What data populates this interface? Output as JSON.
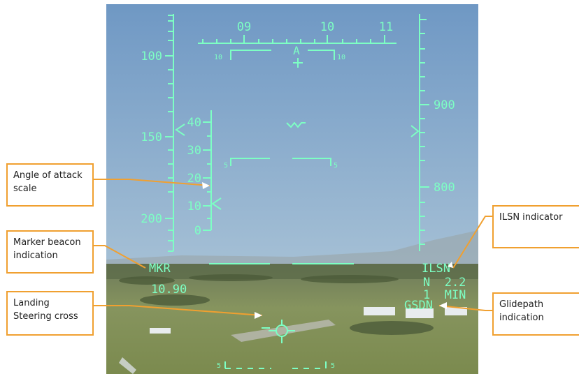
{
  "colors": {
    "hud_symbology": "#7dffc4",
    "callout_orange": "#f0a030",
    "sky": "#8fb2d0",
    "ground": "#7d8a58"
  },
  "heading_tape": {
    "labels": [
      "09",
      "10",
      "11"
    ],
    "sub_labels": [
      "10",
      "10"
    ],
    "caret_label": "A"
  },
  "airspeed_scale": {
    "labels": [
      "100",
      "150",
      "200"
    ]
  },
  "altitude_scale": {
    "labels": [
      "900",
      "800"
    ]
  },
  "aoa_scale": {
    "labels": [
      "40",
      "30",
      "20",
      "10",
      "0"
    ]
  },
  "pitch_ladder": {
    "upper_label": "5",
    "lower_label": "5"
  },
  "hud_readouts": {
    "marker": "MKR",
    "bottom_left": "10.90",
    "ilsn": "ILSN",
    "range": "N  2.2",
    "time": "1  MIN",
    "glidepath": "GSDN"
  },
  "callouts": {
    "aoa": "Angle of attack\nscale",
    "marker": "Marker beacon\nindication",
    "steering": "Landing\nSteering cross",
    "ilsn": "ILSN indicator",
    "glidepath": "Glidepath\nindication"
  }
}
